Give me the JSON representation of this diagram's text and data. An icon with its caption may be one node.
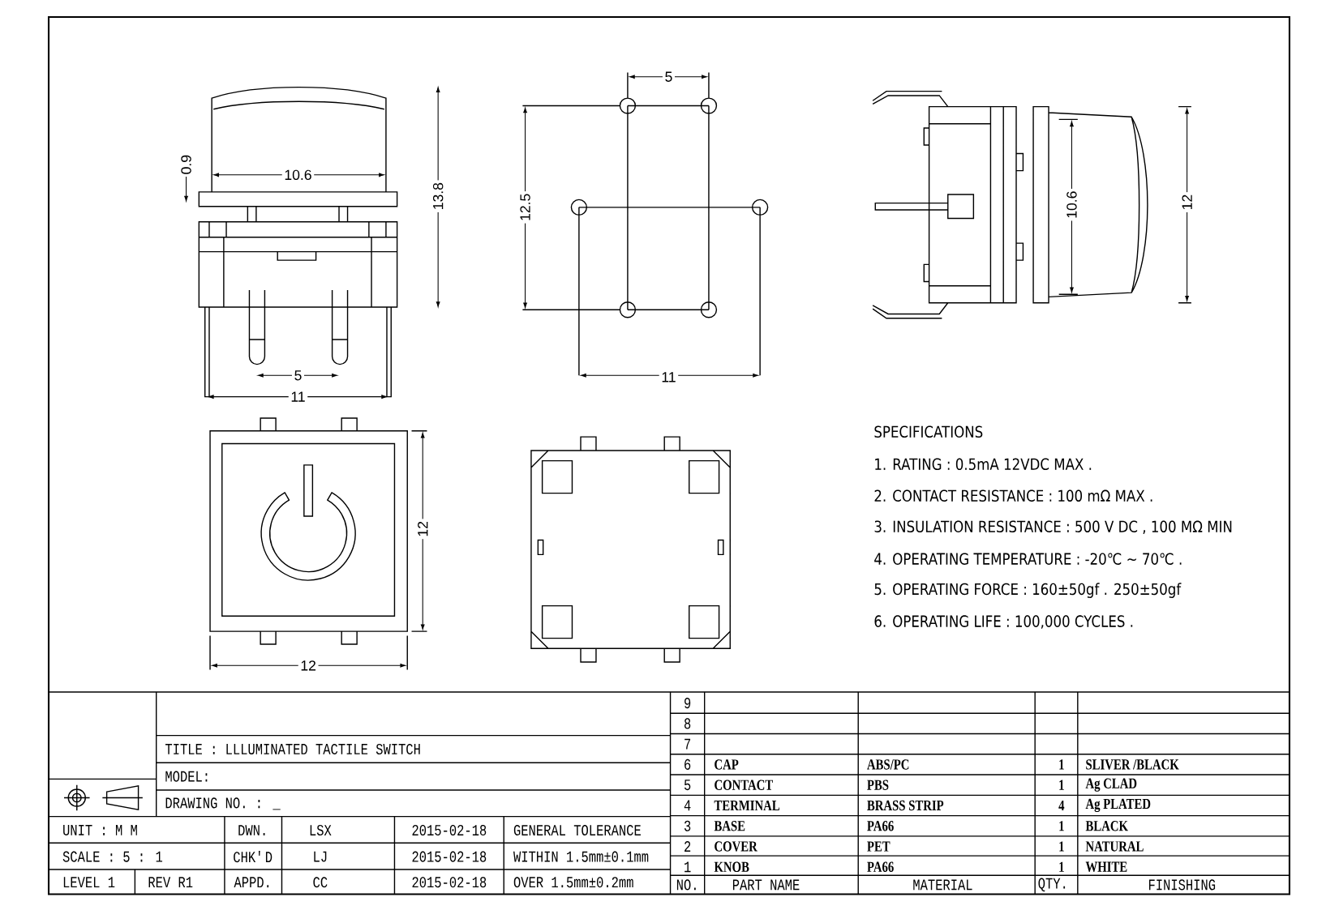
{
  "diagram": {
    "labels": [
      "0.9",
      "10.6",
      "13.8",
      "5",
      "11",
      "5",
      "12.5",
      "11",
      "10.6",
      "12",
      "12",
      "12",
      "SPECIFICATIONS",
      "1. RATING : 0.5mA 12VDC MAX .",
      "2. CONTACT RESISTANCE : 100 mΩ MAX .",
      "3. INSULATION RESISTANCE : 500 V DC , 100 MΩ MIN",
      "4. OPERATING TEMPERATURE : -20℃ ~ 70℃ .",
      "5. OPERATING FORCE : 160±50gf . 250±50gf",
      "6. OPERATING LIFE : 100,000 CYCLES .",
      "TITLE : LLLUMINATED TACTILE SWITCH",
      "MODEL:",
      "DRAWING NO. : _",
      "UNIT : M M",
      "DWN.",
      "LSX",
      "2015-02-18",
      "GENERAL TOLERANCE",
      "SCALE : 5 : 1",
      "CHK'D",
      "LJ",
      "2015-02-18",
      "WITHIN 1.5mm±0.1mm",
      "LEVEL 1",
      "REV R1",
      "APPD.",
      "CC",
      "2015-02-18",
      "OVER 1.5mm±0.2mm",
      "9",
      "8",
      "7",
      "6",
      "CAP",
      "ABS/PC",
      "1",
      "SLIVER /BLACK",
      "5",
      "CONTACT",
      "PBS",
      "1",
      "Ag CLAD",
      "4",
      "TERMINAL",
      "BRASS STRIP",
      "4",
      "Ag PLATED",
      "3",
      "BASE",
      "PA66",
      "1",
      "BLACK",
      "2",
      "COVER",
      "PET",
      "1",
      "NATURAL",
      "1",
      "KNOB",
      "PA66",
      "1",
      "WHITE",
      "NO.",
      "PART NAME",
      "MATERIAL",
      "QTY.",
      "FINISHING"
    ]
  }
}
